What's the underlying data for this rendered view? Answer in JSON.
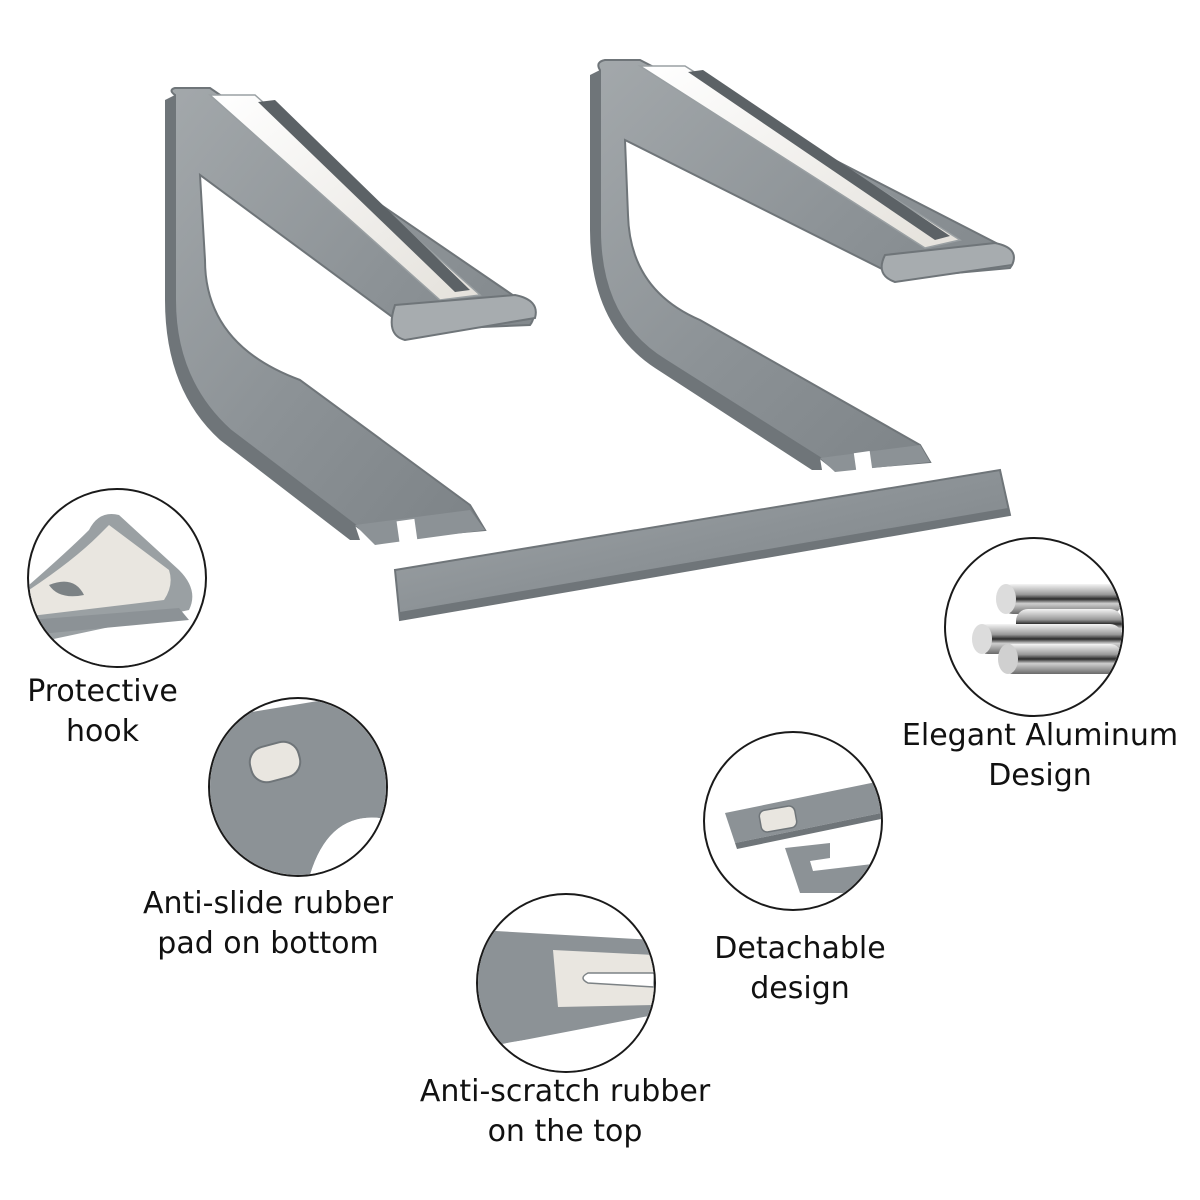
{
  "product": {
    "crossbar_logo": "",
    "colors": {
      "aluminum": "#8c9296",
      "aluminum_dark": "#6f7579",
      "aluminum_light": "#b4b9bc",
      "pad": "#e9e6e0",
      "outline": "#1a1a1a"
    }
  },
  "features": [
    {
      "id": "protective-hook",
      "label_line1": "Protective",
      "label_line2": "hook"
    },
    {
      "id": "anti-slide",
      "label_line1": "Anti-slide rubber",
      "label_line2": "pad on bottom"
    },
    {
      "id": "anti-scratch",
      "label_line1": "Anti-scratch rubber",
      "label_line2": "on the top"
    },
    {
      "id": "detachable",
      "label_line1": "Detachable",
      "label_line2": "design"
    },
    {
      "id": "aluminum",
      "label_line1": "Elegant Aluminum",
      "label_line2": "Design"
    }
  ]
}
